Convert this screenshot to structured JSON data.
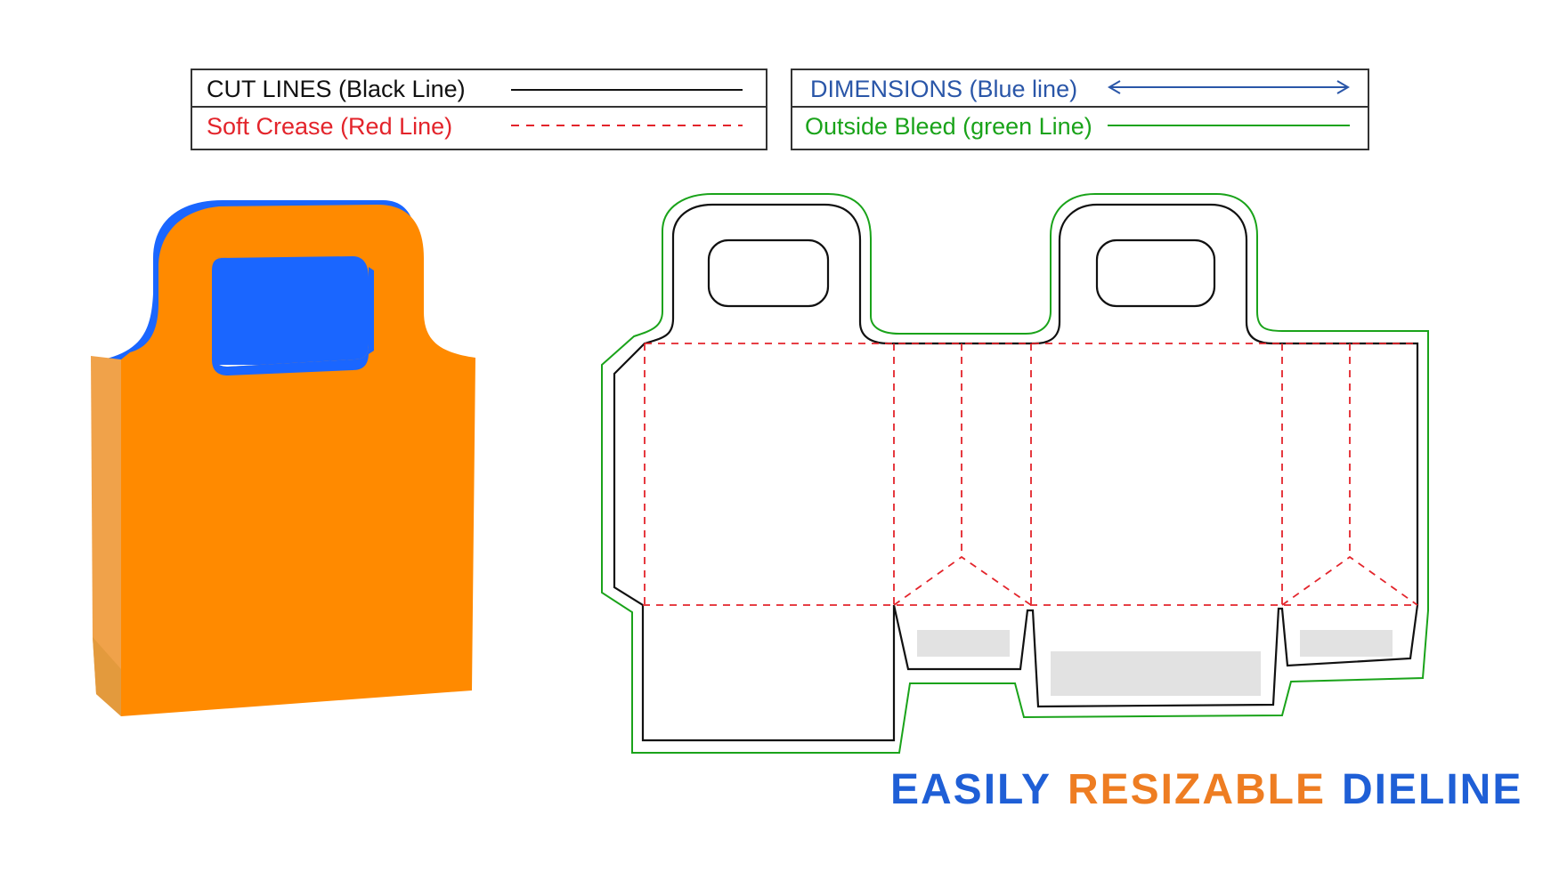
{
  "legend": {
    "cut": {
      "label": "CUT LINES (Black Line)",
      "color": "#111111"
    },
    "crease": {
      "label": "Soft Crease (Red Line)",
      "color": "#e3242b"
    },
    "dimensions": {
      "label": "DIMENSIONS (Blue line)",
      "color": "#2a56a8"
    },
    "bleed": {
      "label": "Outside Bleed (green Line)",
      "color": "#1aa31a"
    }
  },
  "tagline": {
    "word1": "EASILY",
    "word2": "RESIZABLE",
    "word3": "DIELINE",
    "color1": "#1f5fd6",
    "color2": "#ee7d22",
    "color3": "#1f5fd6"
  },
  "bag_colors": {
    "front": "#ff8a00",
    "side": "#f0a24a",
    "inner": "#1a66ff",
    "highlight": "#3399ff"
  },
  "placeholder_color": "#e2e2e2"
}
